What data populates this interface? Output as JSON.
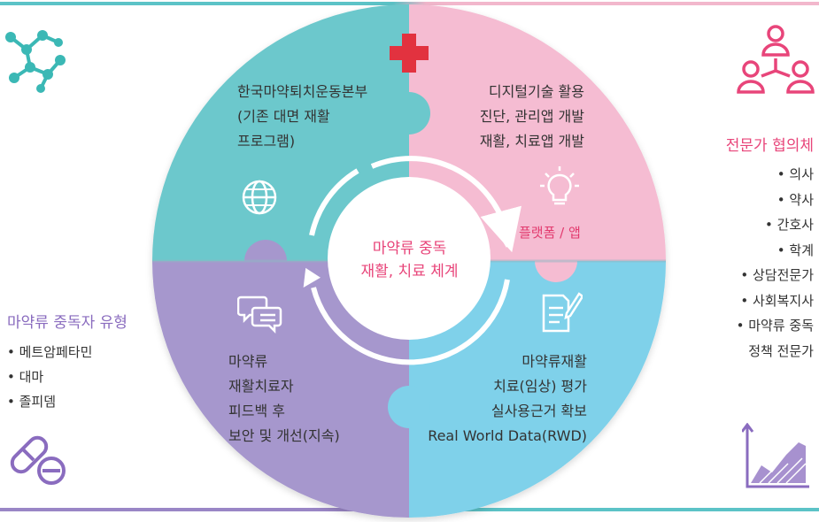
{
  "center": {
    "line1": "마약류 중독",
    "line2": "재활, 치료 체계"
  },
  "platform_label": "플랫폼 / 앱",
  "quadrants": {
    "top_left": [
      "한국마약퇴치운동본부",
      "(기존 대면 재활",
      "프로그램)"
    ],
    "top_right": [
      "디지털기술 활용",
      "진단, 관리앱 개발",
      "재활, 치료앱 개발"
    ],
    "bottom_left": [
      "마약류",
      "재활치료자",
      "피드백 후",
      "보안 및 개선(지속)"
    ],
    "bottom_right": [
      "마약류재활",
      "치료(임상) 평가",
      "실사용근거 확보",
      "Real World Data(RWD)"
    ]
  },
  "left_panel": {
    "title": "마약류 중독자 유형",
    "items": [
      "• 메트암페타민",
      "• 대마",
      "• 졸피뎀"
    ]
  },
  "right_panel": {
    "title": "전문가 협의체",
    "items": [
      "• 의사",
      "• 약사",
      "• 간호사",
      "• 학계",
      "• 상담전문가",
      "• 사회복지사",
      "• 마약류 중독",
      "정책 전문가"
    ]
  },
  "icons": {
    "molecule": "molecule-icon",
    "pill": "pill-icon",
    "people_network": "people-network-icon",
    "growth_chart": "growth-chart-icon",
    "cross": "medical-cross-icon",
    "globe": "globe-icon",
    "lightbulb": "lightbulb-icon",
    "chat": "chat-bubbles-icon",
    "document": "document-edit-icon"
  },
  "colors": {
    "teal": "#6cc8cc",
    "pink": "#f5bcd2",
    "purple": "#a697cd",
    "sky": "#7fd1ea",
    "accent_pink": "#e8457a",
    "accent_purple": "#8a6cbf",
    "cross_red": "#e2323f"
  }
}
